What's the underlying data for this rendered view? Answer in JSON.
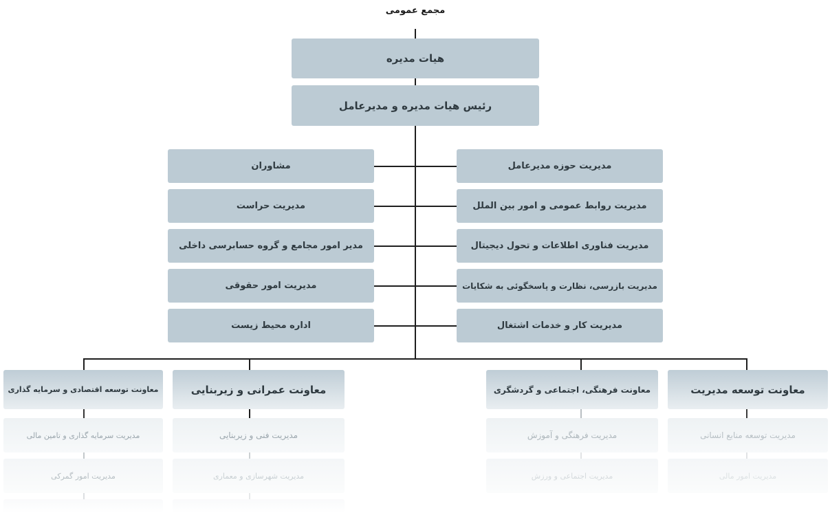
{
  "top_label": "مجمع عمومی",
  "board": "هیات مدیره",
  "chairman": "رئیس هیات مدیره و مدیرعامل",
  "left_column": [
    "مشاوران",
    "مدیریت حراست",
    "مدیر امور مجامع و گروه حسابرسی داخلی",
    "مدیریت امور حقوقی",
    "اداره محیط زیست"
  ],
  "right_column": [
    "مدیریت حوزه مدیرعامل",
    "مدیریت روابط عمومی و امور بین الملل",
    "مدیریت فناوری اطلاعات و تحول دیجیتال",
    "مدیریت بازرسی، نظارت و پاسخگوئی به شکایات",
    "مدیریت کار و خدمات اشتغال"
  ],
  "deputies": [
    {
      "title": "معاونت توسعه اقتصادی و سرمایه گذاری",
      "subs": [
        "مدیریت سرمایه گذاری و تامین مالی",
        "مدیریت امور گمرکی"
      ]
    },
    {
      "title": "معاونت عمرانی و زیربنایی",
      "subs": [
        "مدیریت فنی و زیربنایی",
        "مدیریت شهرسازی و معماری"
      ]
    },
    {
      "title": "معاونت فرهنگی، اجتماعی و گردشگری",
      "subs": [
        "مدیریت فرهنگی و آموزش",
        "مدیریت اجتماعی و ورزش"
      ]
    },
    {
      "title": "معاونت توسعه مدیریت",
      "subs": [
        "مدیریت توسعه منابع انسانی",
        "مدیریت امور مالی"
      ]
    }
  ]
}
